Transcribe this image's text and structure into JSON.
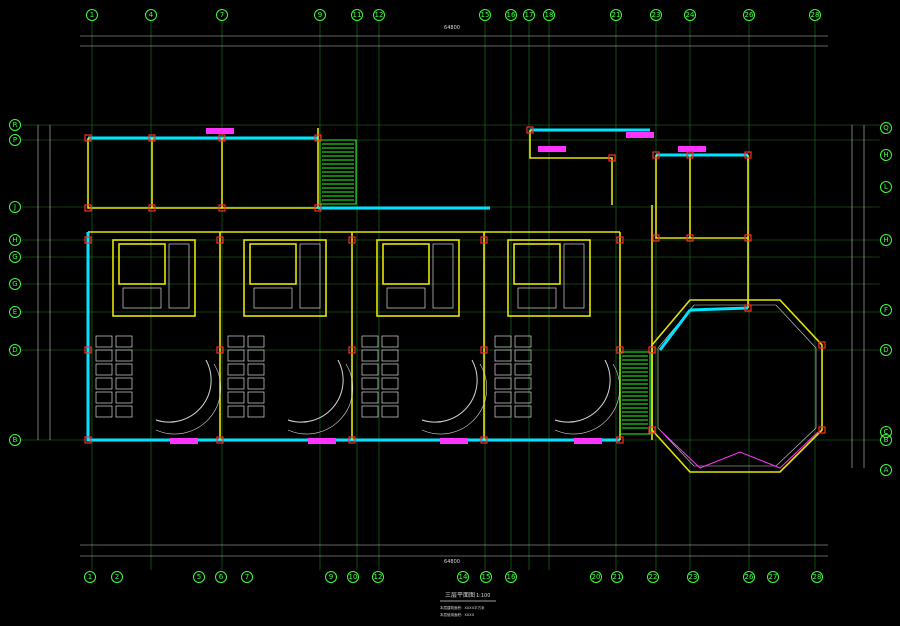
{
  "drawing": {
    "title": "三层平面图",
    "scale": "1:100",
    "note_line1": "本层建筑面积：XXXX平方米",
    "note_line2": "本层使用面积：XXXX"
  },
  "axes": {
    "top": [
      "1",
      "4",
      "7",
      "9",
      "11",
      "12",
      "15",
      "16",
      "17",
      "18",
      "21",
      "23",
      "24",
      "26",
      "28"
    ],
    "bottom": [
      "1",
      "2",
      "5",
      "6",
      "7",
      "9",
      "10",
      "12",
      "14",
      "15",
      "16",
      "20",
      "21",
      "22",
      "23",
      "26",
      "27",
      "28"
    ],
    "left": [
      "R",
      "P",
      "J",
      "H",
      "G",
      "G",
      "E",
      "D",
      "B"
    ],
    "right": [
      "Q",
      "H",
      "L",
      "H",
      "F",
      "D",
      "C",
      "B",
      "A"
    ]
  },
  "dimensions": {
    "top_total": "64800",
    "bottom_total": "64800"
  },
  "colors": {
    "axis": "#3cff3c",
    "wall_primary": "#00e5ff",
    "wall_secondary": "#e6e600",
    "column": "#ff2a2a",
    "window": "#ff33ff"
  }
}
